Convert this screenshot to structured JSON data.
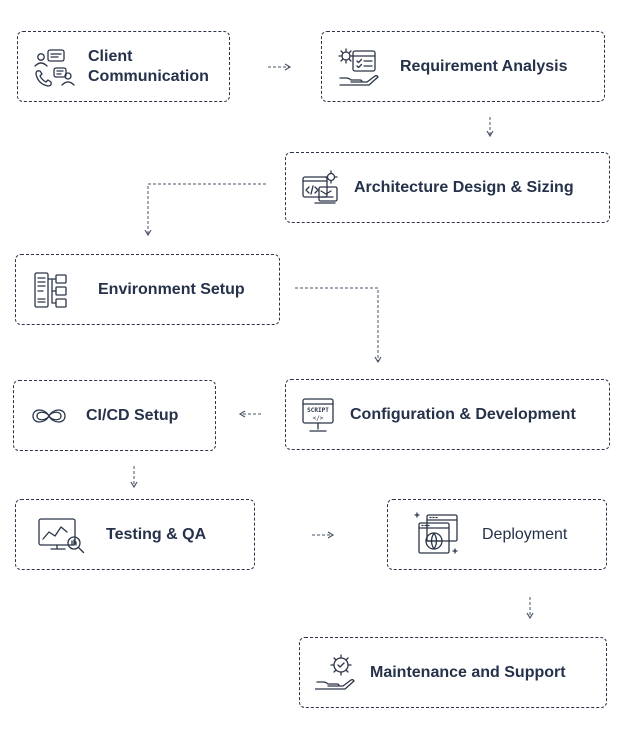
{
  "steps": [
    {
      "id": "client-communication",
      "label": "Client\nCommunication",
      "icon": "chat-users-icon"
    },
    {
      "id": "requirement-analysis",
      "label": "Requirement Analysis",
      "icon": "gear-checklist-hand-icon"
    },
    {
      "id": "architecture-design",
      "label": "Architecture Design & Sizing",
      "icon": "code-window-icon"
    },
    {
      "id": "environment-setup",
      "label": "Environment Setup",
      "icon": "server-network-icon"
    },
    {
      "id": "configuration-development",
      "label": "Configuration & Development",
      "icon": "script-monitor-icon"
    },
    {
      "id": "cicd-setup",
      "label": "CI/CD Setup",
      "icon": "infinity-icon"
    },
    {
      "id": "testing-qa",
      "label": "Testing & QA",
      "icon": "monitor-chart-magnifier-icon"
    },
    {
      "id": "deployment",
      "label": "Deployment",
      "icon": "browser-globe-icon"
    },
    {
      "id": "maintenance-support",
      "label": "Maintenance and Support",
      "icon": "gear-check-hand-icon"
    }
  ],
  "colors": {
    "border": "#2b3547",
    "text": "#25324a",
    "arrow": "#4a5568"
  }
}
